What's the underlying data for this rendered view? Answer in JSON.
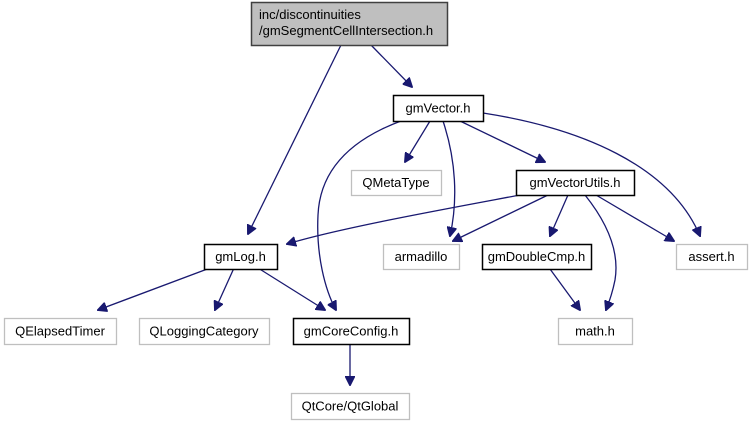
{
  "diagram": {
    "type": "include-dependency-graph",
    "colors": {
      "edge": "#191970",
      "root_fill": "#bfbfbf",
      "root_stroke": "#404040",
      "project_node_stroke": "#000000",
      "external_node_stroke": "#bfbfbf",
      "node_fill": "#ffffff"
    },
    "nodes": [
      {
        "id": "root",
        "label_lines": [
          "inc/discontinuities",
          "/gmSegmentCellIntersection.h"
        ],
        "kind": "root"
      },
      {
        "id": "gmVector",
        "label_lines": [
          "gmVector.h"
        ],
        "kind": "project"
      },
      {
        "id": "QMetaType",
        "label_lines": [
          "QMetaType"
        ],
        "kind": "external"
      },
      {
        "id": "gmVectorUtils",
        "label_lines": [
          "gmVectorUtils.h"
        ],
        "kind": "project"
      },
      {
        "id": "gmLog",
        "label_lines": [
          "gmLog.h"
        ],
        "kind": "project"
      },
      {
        "id": "armadillo",
        "label_lines": [
          "armadillo"
        ],
        "kind": "external"
      },
      {
        "id": "gmDoubleCmp",
        "label_lines": [
          "gmDoubleCmp.h"
        ],
        "kind": "project"
      },
      {
        "id": "assert",
        "label_lines": [
          "assert.h"
        ],
        "kind": "external"
      },
      {
        "id": "QElapsedTimer",
        "label_lines": [
          "QElapsedTimer"
        ],
        "kind": "external"
      },
      {
        "id": "QLoggingCategory",
        "label_lines": [
          "QLoggingCategory"
        ],
        "kind": "external"
      },
      {
        "id": "gmCoreConfig",
        "label_lines": [
          "gmCoreConfig.h"
        ],
        "kind": "project"
      },
      {
        "id": "math",
        "label_lines": [
          "math.h"
        ],
        "kind": "external"
      },
      {
        "id": "QtGlobal",
        "label_lines": [
          "QtCore/QtGlobal"
        ],
        "kind": "external"
      }
    ],
    "edges": [
      {
        "from": "root",
        "to": "gmLog"
      },
      {
        "from": "root",
        "to": "gmVector"
      },
      {
        "from": "gmVector",
        "to": "gmCoreConfig"
      },
      {
        "from": "gmVector",
        "to": "QMetaType"
      },
      {
        "from": "gmVector",
        "to": "armadillo"
      },
      {
        "from": "gmVector",
        "to": "gmVectorUtils"
      },
      {
        "from": "gmVector",
        "to": "assert"
      },
      {
        "from": "gmVectorUtils",
        "to": "gmLog"
      },
      {
        "from": "gmVectorUtils",
        "to": "armadillo"
      },
      {
        "from": "gmVectorUtils",
        "to": "gmDoubleCmp"
      },
      {
        "from": "gmVectorUtils",
        "to": "math"
      },
      {
        "from": "gmVectorUtils",
        "to": "assert"
      },
      {
        "from": "gmLog",
        "to": "QElapsedTimer"
      },
      {
        "from": "gmLog",
        "to": "QLoggingCategory"
      },
      {
        "from": "gmLog",
        "to": "gmCoreConfig"
      },
      {
        "from": "gmDoubleCmp",
        "to": "math"
      },
      {
        "from": "gmCoreConfig",
        "to": "QtGlobal"
      }
    ]
  }
}
